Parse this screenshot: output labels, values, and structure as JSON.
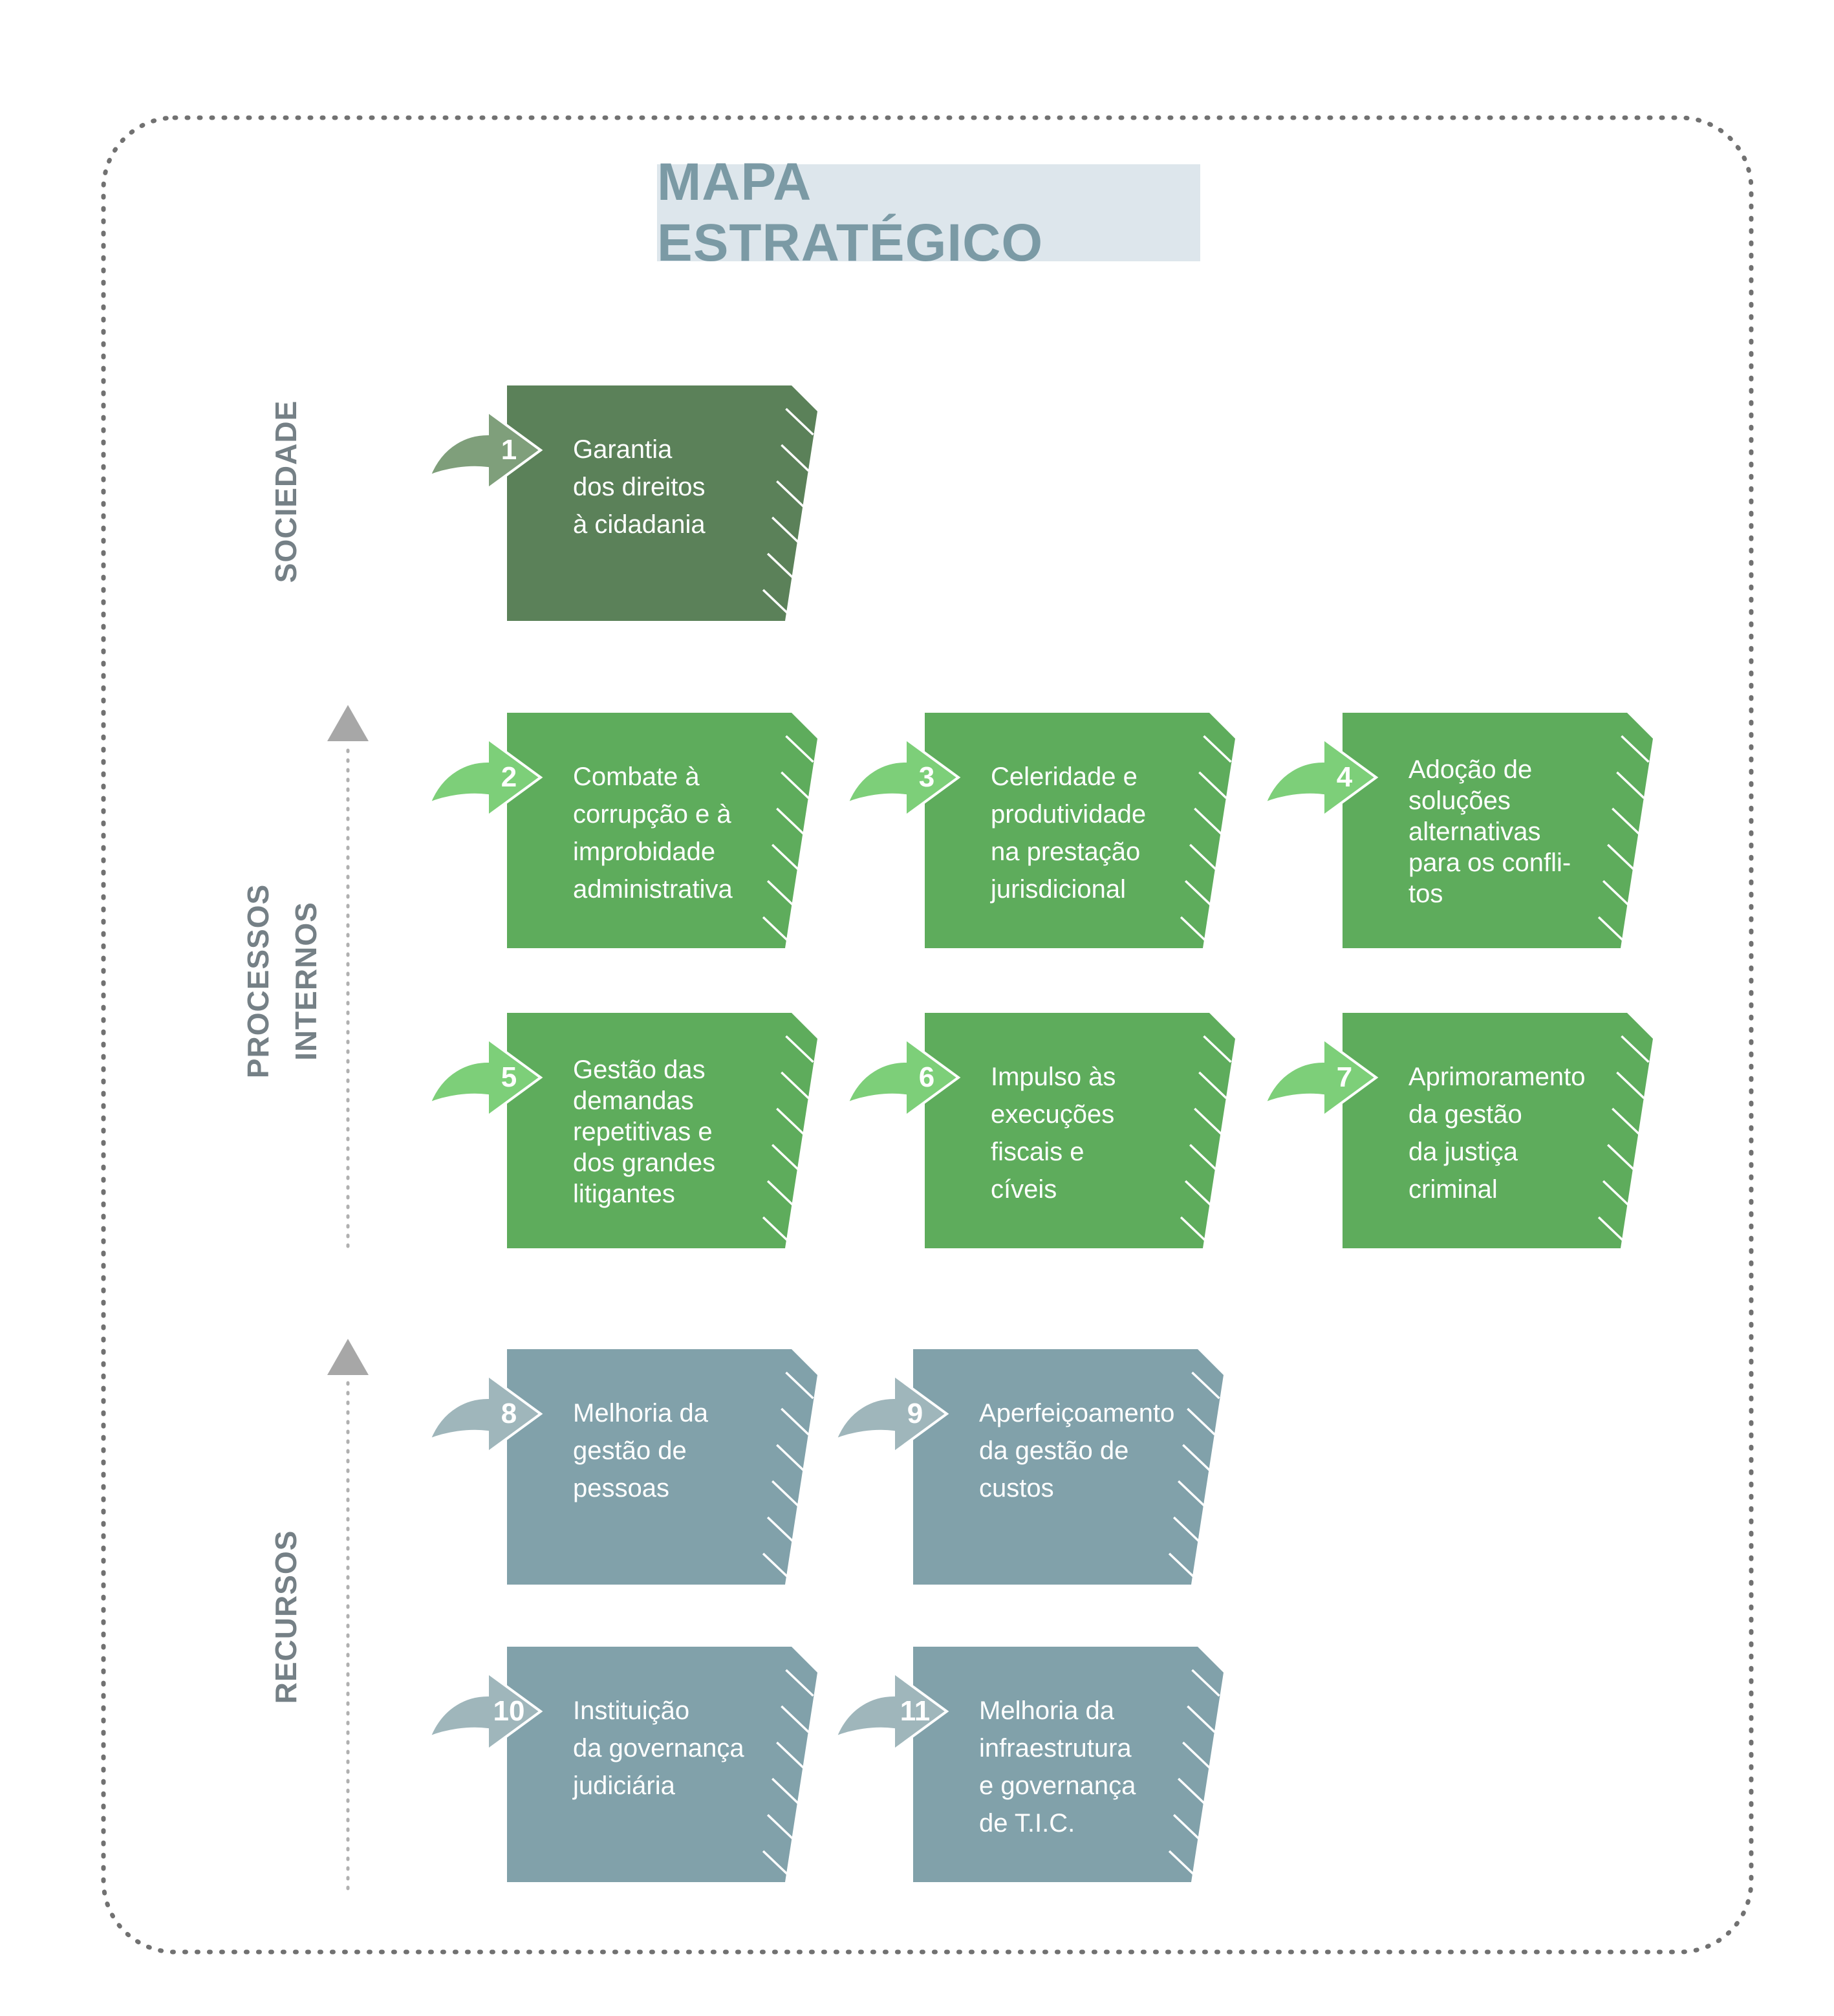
{
  "title": "MAPA ESTRATÉGICO",
  "perspectives": [
    {
      "id": "sociedade",
      "lines": [
        "SOCIEDADE"
      ]
    },
    {
      "id": "processos",
      "lines": [
        "PROCESSOS",
        "INTERNOS"
      ]
    },
    {
      "id": "recursos",
      "lines": [
        "RECURSOS"
      ]
    }
  ],
  "colors": {
    "sociedade_box": "#5b8159",
    "sociedade_arrow": "#7f9f7b",
    "processos_box": "#5eac5c",
    "processos_arrow": "#7dcf79",
    "recursos_box": "#81a1aa",
    "recursos_arrow": "#9fb6bb",
    "title_bg": "#dde6ec",
    "title_text": "#7b9aa5",
    "perspective_text": "#758086",
    "guide": "#a7a7a7",
    "frame": "#717171"
  },
  "objectives": [
    {
      "num": "1",
      "perspective": "sociedade",
      "lines": [
        "Garantia",
        "dos direitos",
        "à cidadania"
      ]
    },
    {
      "num": "2",
      "perspective": "processos",
      "lines": [
        "Combate à",
        "corrupção e à",
        "improbidade",
        "administrativa"
      ]
    },
    {
      "num": "3",
      "perspective": "processos",
      "lines": [
        "Celeridade e",
        "produtividade",
        "na prestação",
        "jurisdicional"
      ]
    },
    {
      "num": "4",
      "perspective": "processos",
      "lines": [
        "Adoção de",
        "soluções",
        "alternativas",
        "para os confli-",
        "tos"
      ]
    },
    {
      "num": "5",
      "perspective": "processos",
      "lines": [
        "Gestão das",
        "demandas",
        "repetitivas e",
        "dos grandes",
        "litigantes"
      ]
    },
    {
      "num": "6",
      "perspective": "processos",
      "lines": [
        "Impulso às",
        "execuções",
        "fiscais e",
        "cíveis"
      ]
    },
    {
      "num": "7",
      "perspective": "processos",
      "lines": [
        "Aprimoramento",
        "da gestão",
        "da justiça",
        "criminal"
      ]
    },
    {
      "num": "8",
      "perspective": "recursos",
      "lines": [
        "Melhoria da",
        "gestão de",
        "pessoas"
      ]
    },
    {
      "num": "9",
      "perspective": "recursos",
      "lines": [
        "Aperfeiçoamento",
        "da gestão de",
        "custos"
      ]
    },
    {
      "num": "10",
      "perspective": "recursos",
      "lines": [
        "Instituição",
        "da governança",
        "judiciária"
      ]
    },
    {
      "num": "11",
      "perspective": "recursos",
      "lines": [
        "Melhoria da",
        "infraestrutura",
        "e governança",
        "de T.I.C."
      ]
    }
  ]
}
